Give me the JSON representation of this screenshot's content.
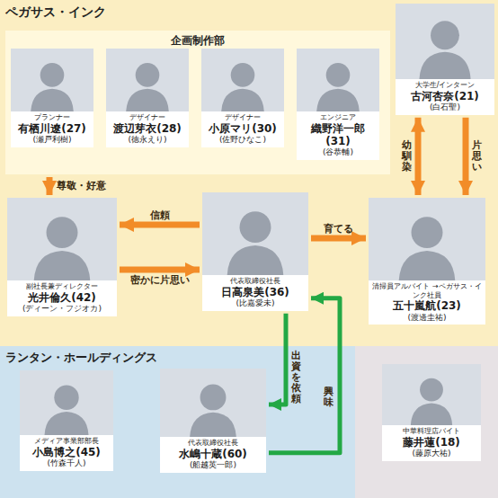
{
  "diagram": {
    "nodes": [
      {
        "text": [
          "ペガサス・インク"
        ]
      },
      {
        "text": [
          "企画制作部"
        ],
        "in": 0
      },
      {
        "text": [
          "プランナー",
          "有栖川遼(27)",
          "(瀬戸利樹)"
        ],
        "in": 1
      },
      {
        "text": [
          "デザイナー",
          "渡辺芽衣(28)",
          "(徳永えり)"
        ],
        "in": 1
      },
      {
        "text": [
          "デザイナー",
          "小原マリ(30)",
          "(佐野ひなこ)"
        ],
        "in": 1
      },
      {
        "text": [
          "エンジニア",
          "織野洋一郎(31)",
          "(谷恭輔)"
        ],
        "in": 1
      },
      {
        "text": [
          "大学生/インターン",
          "古河杏奈(21)",
          "(白石聖)"
        ],
        "in": 0
      },
      {
        "text": [
          "副社長兼ディレクター",
          "光井倫久(42)",
          "(ディーン・フジオカ)"
        ],
        "in": 0
      },
      {
        "text": [
          "代表取締役社長",
          "日高泉美(36)",
          "(比嘉愛未)"
        ],
        "in": 0
      },
      {
        "text": [
          "清掃員アルバイト →ペガサス・インク社員",
          "五十嵐航(23)",
          "(渡邊圭祐)"
        ],
        "in": 0
      },
      {
        "text": [
          "ランタン・ホールディングス"
        ]
      },
      {
        "text": [
          "メディア事業部部長",
          "小島博之(45)",
          "(竹森千人)"
        ],
        "in": 10
      },
      {
        "text": [
          "代表取締役社長",
          "水嶋十蔵(60)",
          "(船越英一郎)"
        ],
        "in": 10
      },
      {
        "text": [
          "中華料理店バイト",
          "藤井蓮(18)",
          "(藤原大祐)"
        ]
      }
    ],
    "edges": [
      {
        "from": 1,
        "to": 7,
        "label": "尊敬・好意",
        "arrow": "to"
      },
      {
        "from": 8,
        "to": 7,
        "label": "信頼",
        "arrow": "to"
      },
      {
        "from": 7,
        "to": 8,
        "label": "密かに片思い",
        "arrow": "to"
      },
      {
        "from": 8,
        "to": 9,
        "label": "育てる",
        "arrow": "to"
      },
      {
        "from": 6,
        "to": 9,
        "label": "幼馴染",
        "arrow": "both"
      },
      {
        "from": 6,
        "to": 9,
        "label": "片思い",
        "arrow": "to"
      },
      {
        "from": 8,
        "to": 12,
        "label": "出資を依頼",
        "arrow": "to"
      },
      {
        "from": 12,
        "to": 8,
        "label": "興味",
        "arrow": "to"
      }
    ]
  }
}
